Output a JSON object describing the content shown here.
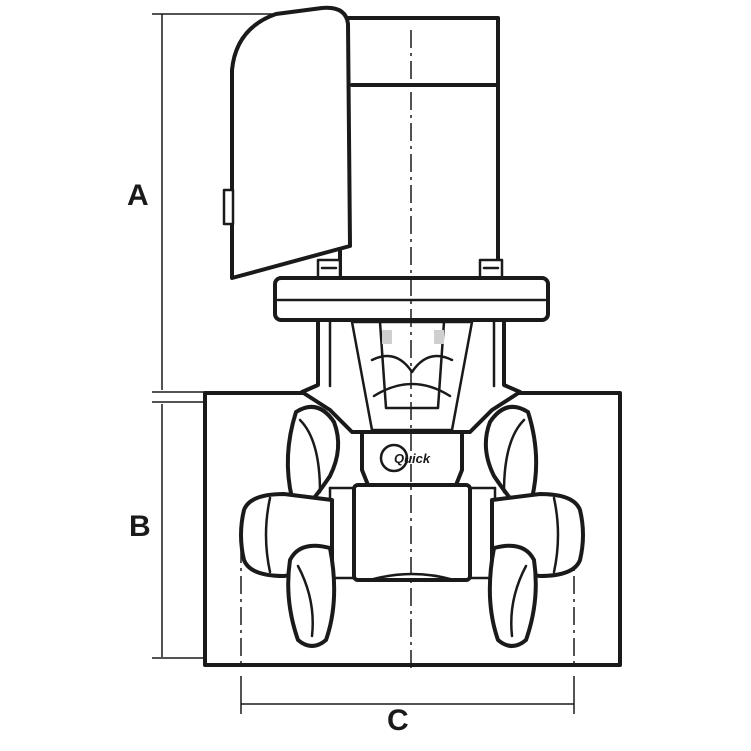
{
  "diagram": {
    "labels": {
      "a": "A",
      "b": "B",
      "c": "C"
    },
    "brand_text": "Quick"
  }
}
